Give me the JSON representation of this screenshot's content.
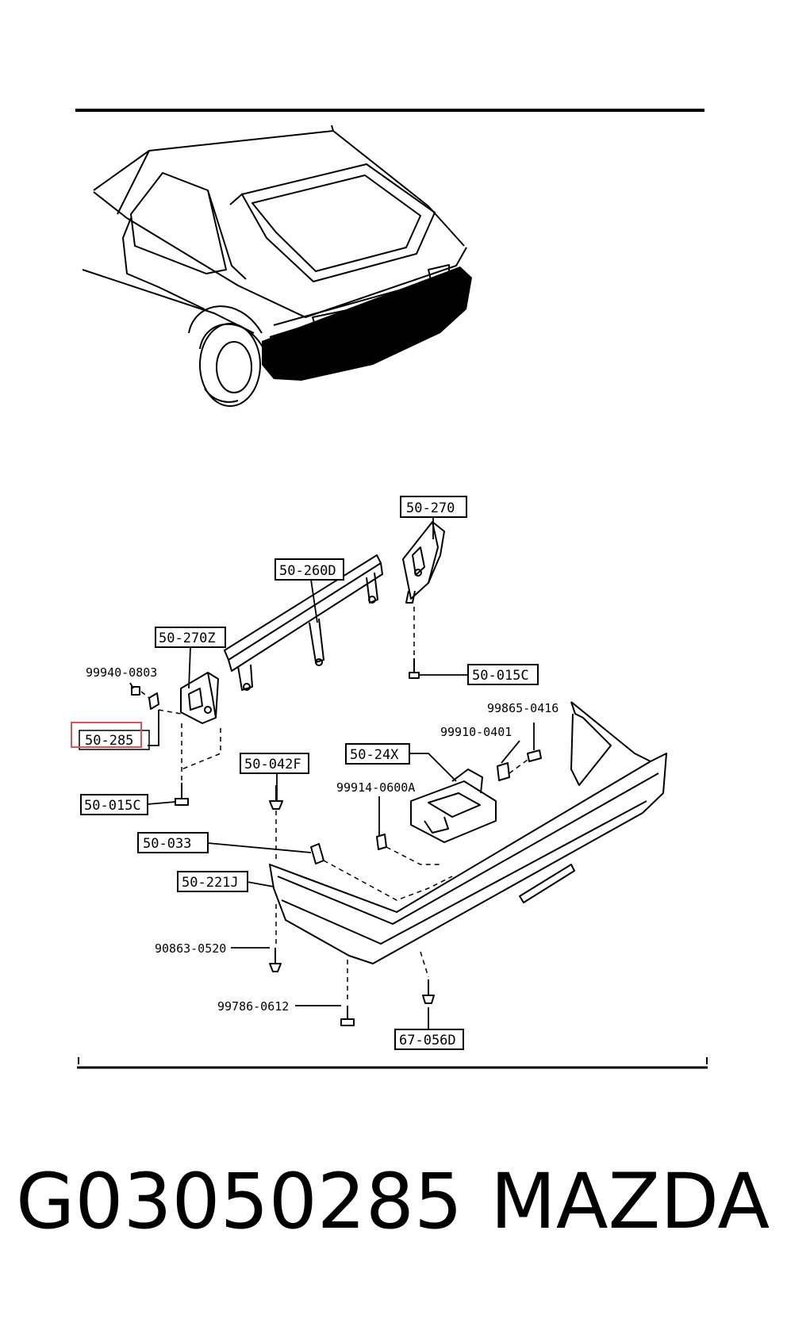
{
  "footer": {
    "part_number": "G03050285",
    "brand": "MAZDA"
  },
  "highlight_color": "#e0505a",
  "callouts": {
    "c50_270": "50-270",
    "c50_260D": "50-260D",
    "c50_270Z": "50-270Z",
    "c50_015C_right": "50-015C",
    "c50_015C_left": "50-015C",
    "c99940_0803": "99940-0803",
    "c50_285": "50-285",
    "c99865_0416": "99865-0416",
    "c99910_0401": "99910-0401",
    "c50_042F": "50-042F",
    "c50_24X": "50-24X",
    "c99914_0600A": "99914-0600A",
    "c50_033": "50-033",
    "c50_221J": "50-221J",
    "c90863_0520": "90863-0520",
    "c99786_0612": "99786-0612",
    "c67_056D": "67-056D"
  }
}
